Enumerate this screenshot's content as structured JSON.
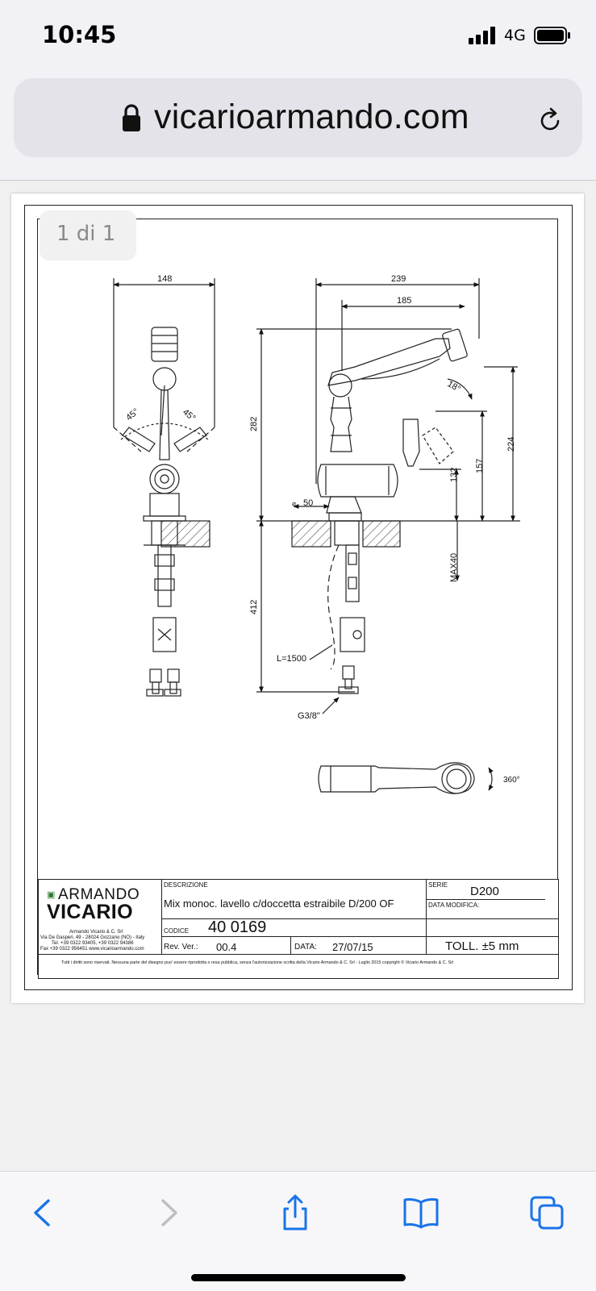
{
  "status": {
    "time": "10:45",
    "network": "4G"
  },
  "browser": {
    "url": "vicarioarmando.com"
  },
  "viewer": {
    "page_indicator": "1 di 1"
  },
  "drawing": {
    "dims": {
      "d148": "148",
      "d239": "239",
      "d185": "185",
      "d282": "282",
      "d224": "224",
      "d157": "157",
      "d132": "132",
      "d412": "412",
      "max40": "MAX40",
      "diam50": "50",
      "hose": "L=1500",
      "thread": "G3/8\"",
      "angle45a": "45°",
      "angle45b": "45°",
      "angle18": "18°",
      "angle_rot": "360°"
    }
  },
  "titleblock": {
    "company_line1": "ARMANDO",
    "company_line2": "VICARIO",
    "address1": "Armando Vicario & C. Srl",
    "address2": "Via De Gasperi, 49 - 28024 Gozzano (NO) - Italy",
    "address3": "Tel. +39 0322 93405, +39 0322 94386",
    "address4": "Fax +39 0322 956451 www.vicarioarmando.com",
    "descr_label": "DESCRIZIONE",
    "descr_value": "Mix monoc. lavello c/doccetta estraibile D/200 OF",
    "serie_label": "SERIE",
    "serie_value": "D200",
    "data_mod_label": "DATA MODIFICA:",
    "codice_label": "CODICE",
    "codice_value": "40 0169",
    "rev_label": "Rev. Ver.:",
    "rev_value": "00.4",
    "data_label": "DATA:",
    "data_value": "27/07/15",
    "toll_value": "TOLL. ±5 mm",
    "rights": "Tutti i diritti sono riservati. Nessuna parte del disegno puo' essere riprodotta o resa pubblica, senza l'autorizzazione scritta della Vicario Armando & C. Srl - Luglio 2015 copyright © Vicario Armando & C. Srl"
  }
}
